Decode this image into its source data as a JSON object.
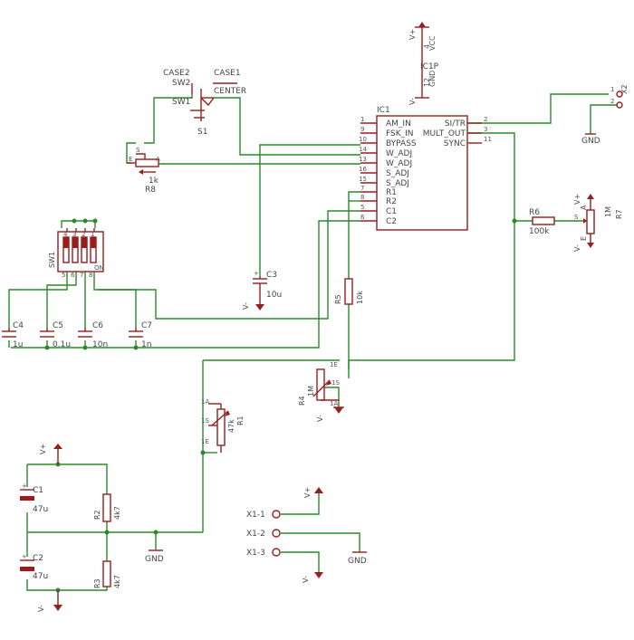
{
  "colors": {
    "wire": "#2a8a2a",
    "part": "#9a1d1d",
    "label": "#444444"
  },
  "ic1": {
    "name": "IC1",
    "left_pins": [
      {
        "num": "1",
        "name": "AM_IN"
      },
      {
        "num": "9",
        "name": "FSK_IN"
      },
      {
        "num": "10",
        "name": "BYPASS"
      },
      {
        "num": "14",
        "name": "W_ADJ"
      },
      {
        "num": "13",
        "name": "W_ADJ"
      },
      {
        "num": "16",
        "name": "S_ADJ"
      },
      {
        "num": "15",
        "name": "S_ADJ"
      },
      {
        "num": "7",
        "name": "R1"
      },
      {
        "num": "8",
        "name": "R2"
      },
      {
        "num": "5",
        "name": "C1"
      },
      {
        "num": "6",
        "name": "C2"
      }
    ],
    "right_pins": [
      {
        "num": "2",
        "name": "SI/TR"
      },
      {
        "num": "3",
        "name": "MULT_OUT"
      },
      {
        "num": "11",
        "name": "SYNC"
      }
    ]
  },
  "ic1p": {
    "name": "IC1P",
    "supply_top": "V+",
    "pin_top": "4",
    "vcc": "VCC",
    "pin_bottom": "12",
    "gnd": "GND",
    "supply_bottom": "V-"
  },
  "switch_s1": {
    "name": "S1",
    "case2": "CASE2",
    "case1": "CASE1",
    "sw2": "SW2",
    "sw1": "SW1",
    "center": "CENTER"
  },
  "r8": {
    "name": "R8",
    "value": "1k",
    "pin_e": "E",
    "pin_a": "A",
    "pin_s": "S"
  },
  "sw1": {
    "name": "SW1",
    "on": "ON",
    "pins_top": [
      "4",
      "3",
      "2",
      "1"
    ],
    "pins_bottom": [
      "5",
      "6",
      "7",
      "8"
    ]
  },
  "c3": {
    "name": "C3",
    "value": "10u",
    "supply": "V-"
  },
  "caps_bank": [
    {
      "name": "C4",
      "value": "1u"
    },
    {
      "name": "C5",
      "value": "0.1u"
    },
    {
      "name": "C6",
      "value": "10n"
    },
    {
      "name": "C7",
      "value": "1n"
    }
  ],
  "r5": {
    "name": "R5",
    "value": "10k"
  },
  "r6": {
    "name": "R6",
    "value": "100k"
  },
  "r7": {
    "name": "R7",
    "value": "1M",
    "supply_top": "V+",
    "supply_bottom": "V-",
    "pin_a": "A",
    "pin_s": "S",
    "pin_e": "E"
  },
  "x2": {
    "name": "X2",
    "pin1": "1",
    "pin2": "2",
    "gnd": "GND"
  },
  "r4": {
    "name": "R4",
    "value": "1M",
    "pin_e": "1E",
    "pin_s": "1S",
    "pin_a": "1A",
    "supply": "V-"
  },
  "r1": {
    "name": "R1",
    "value": "47k",
    "pin_a": "1A",
    "pin_s": "1S",
    "pin_e": "1E"
  },
  "supply_block": {
    "vplus": "V+",
    "vminus": "V-",
    "gnd": "GND",
    "c1": {
      "name": "C1",
      "value": "47u"
    },
    "c2": {
      "name": "C2",
      "value": "47u"
    },
    "r2": {
      "name": "R2",
      "value": "4k7"
    },
    "r3": {
      "name": "R3",
      "value": "4k7"
    }
  },
  "x1": {
    "pins": [
      "X1-1",
      "X1-2",
      "X1-3"
    ],
    "vplus": "V+",
    "gnd": "GND",
    "vminus": "V-"
  }
}
